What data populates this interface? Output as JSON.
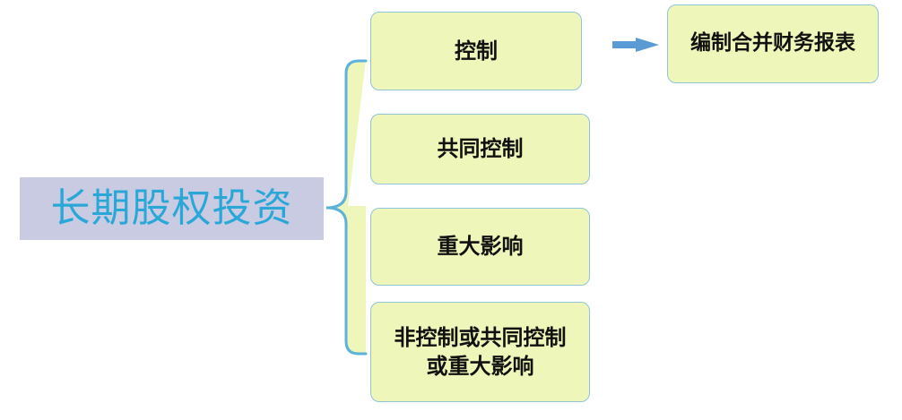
{
  "root": {
    "label": "长期股权投资"
  },
  "branches": [
    {
      "id": "control",
      "lines": [
        "控制"
      ]
    },
    {
      "id": "joint",
      "lines": [
        "共同控制"
      ]
    },
    {
      "id": "significant",
      "lines": [
        "重大影响"
      ]
    },
    {
      "id": "other",
      "lines": [
        "非控制或共同控制",
        "或重大影响"
      ]
    }
  ],
  "outcome": {
    "label": "编制合并财务报表"
  },
  "colors": {
    "root_bg": "#c9cbe3",
    "root_text": "#29a8d8",
    "node_bg": "#eff6b9",
    "node_border": "#8fc4dd",
    "brace": "#5bb3dc",
    "arrow": "#5b9bd5"
  },
  "icons": {
    "connector": "right-arrow-icon",
    "grouping": "curly-brace-icon"
  }
}
